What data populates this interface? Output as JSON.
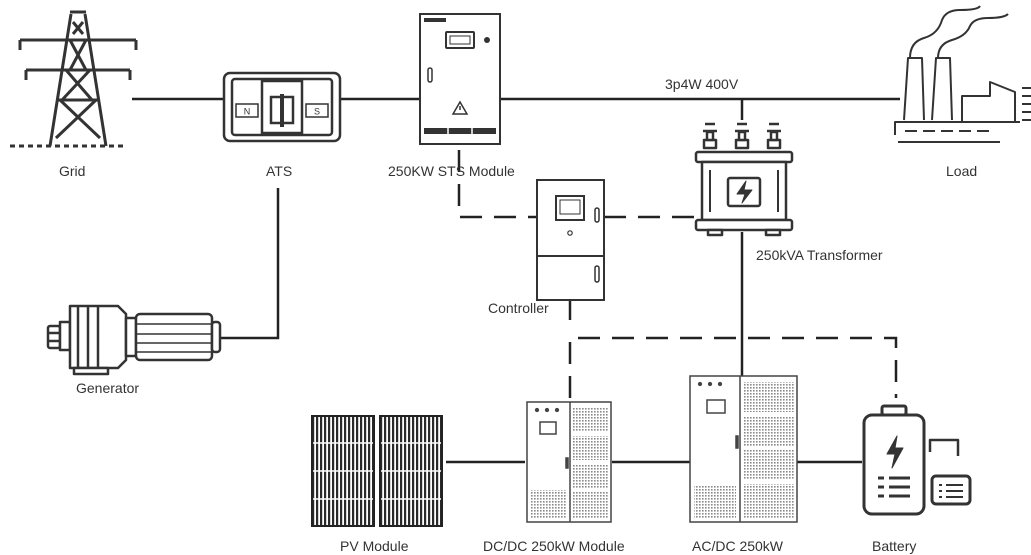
{
  "labels": {
    "grid": "Grid",
    "ats": "ATS",
    "sts": "250KW STS Module",
    "bus": "3p4W 400V",
    "load": "Load",
    "controller": "Controller",
    "transformer": "250kVA Transformer",
    "generator": "Generator",
    "pv": "PV Module",
    "dcdc": "DC/DC 250kW Module",
    "acdc": "AC/DC 250kW",
    "battery": "Battery"
  },
  "ats_switch": {
    "left": "N",
    "right": "S"
  },
  "colors": {
    "line": "#222222",
    "stroke": "#333333",
    "text": "#333333"
  }
}
